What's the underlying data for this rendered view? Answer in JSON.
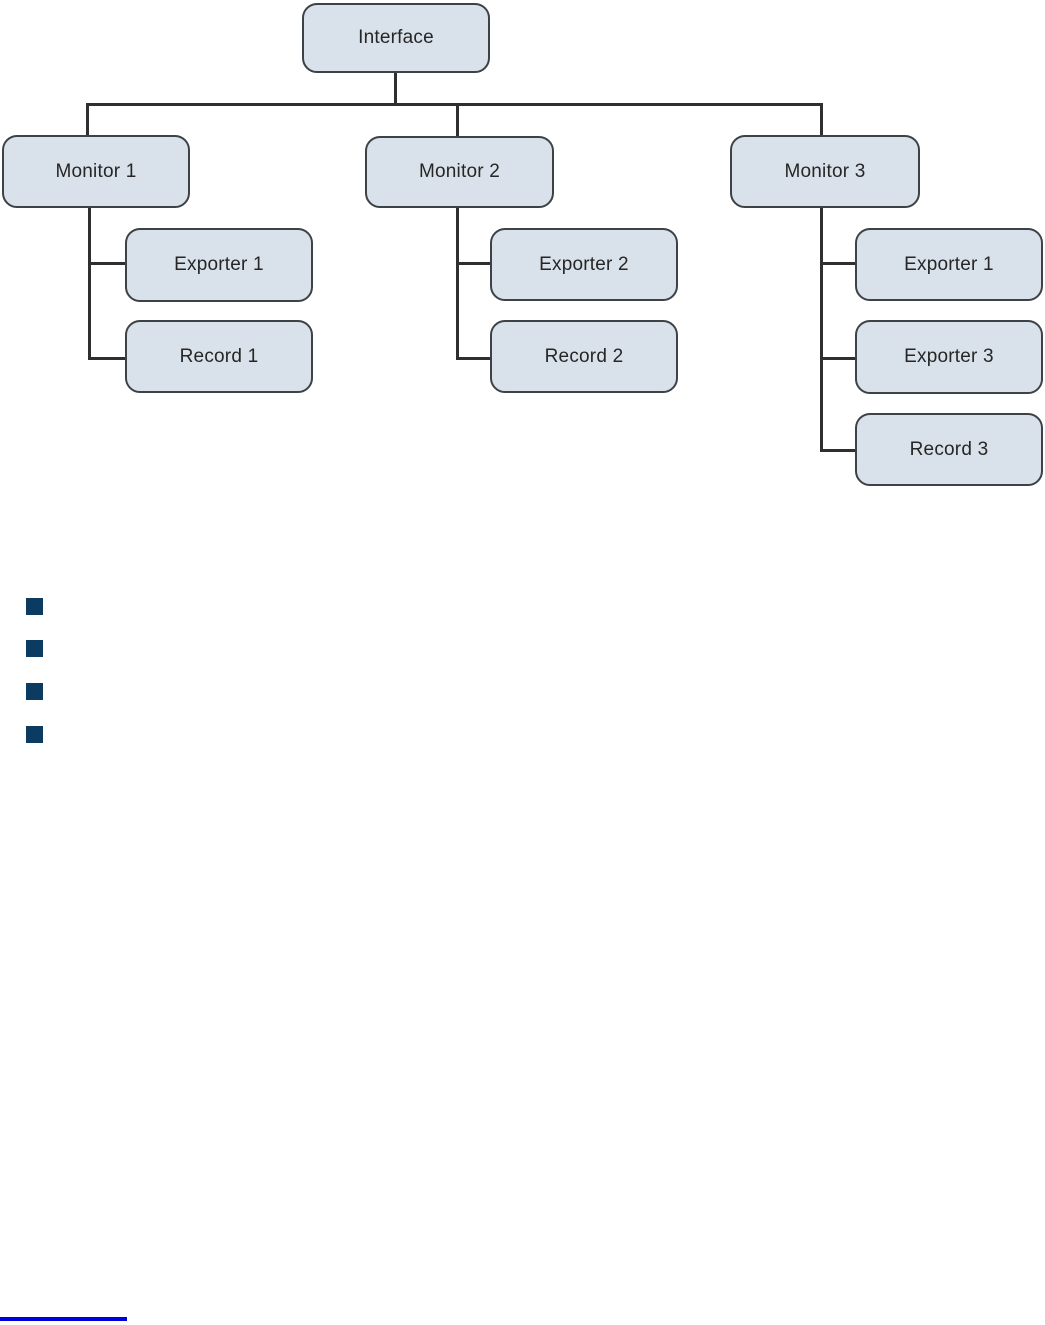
{
  "diagram": {
    "root": {
      "label": "Interface"
    },
    "monitors": [
      {
        "label": "Monitor 1",
        "children": [
          {
            "label": "Exporter 1"
          },
          {
            "label": "Record 1"
          }
        ]
      },
      {
        "label": "Monitor 2",
        "children": [
          {
            "label": "Exporter 2"
          },
          {
            "label": "Record 2"
          }
        ]
      },
      {
        "label": "Monitor 3",
        "children": [
          {
            "label": "Exporter 1"
          },
          {
            "label": "Exporter 3"
          },
          {
            "label": "Record 3"
          }
        ]
      }
    ],
    "colors": {
      "node_fill": "#d9e2ea",
      "node_border": "#3d4247",
      "connector": "#2f2f2f"
    }
  },
  "bullet_list": {
    "bullet_count": 4,
    "bullet_color": "#0c3b61"
  },
  "footer": {
    "rule_color": "#0000dd"
  }
}
